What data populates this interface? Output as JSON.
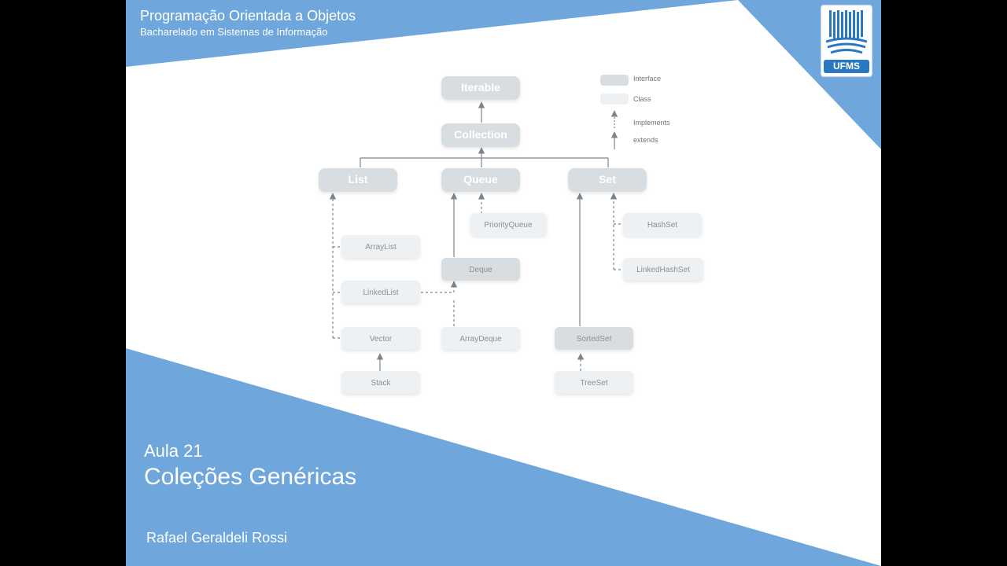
{
  "header": {
    "course_title": "Programação Orientada a Objetos",
    "course_subtitle": "Bacharelado em Sistemas de Informação"
  },
  "lesson": {
    "number": "Aula 21",
    "topic": "Coleções Genéricas"
  },
  "author": "Rafael Geraldeli Rossi",
  "logo": {
    "label": "UFMS"
  },
  "diagram": {
    "nodes": {
      "iterable": "Iterable",
      "collection": "Collection",
      "list": "List",
      "queue": "Queue",
      "set": "Set",
      "priority_queue": "PriorityQueue",
      "array_list": "ArrayList",
      "deque": "Deque",
      "linked_list": "LinkedList",
      "vector": "Vector",
      "array_deque": "ArrayDeque",
      "stack": "Stack",
      "hash_set": "HashSet",
      "linked_hash_set": "LinkedHashSet",
      "sorted_set": "SortedSet",
      "tree_set": "TreeSet"
    },
    "legend": {
      "interface": "Interface",
      "class": "Class",
      "implements": "Implements",
      "extends": "extends"
    }
  },
  "colors": {
    "accent_blue": "#6fa6dc",
    "slide_background": "#ffffff",
    "interface_box": "#d8dde1",
    "class_box": "#eef1f3"
  }
}
